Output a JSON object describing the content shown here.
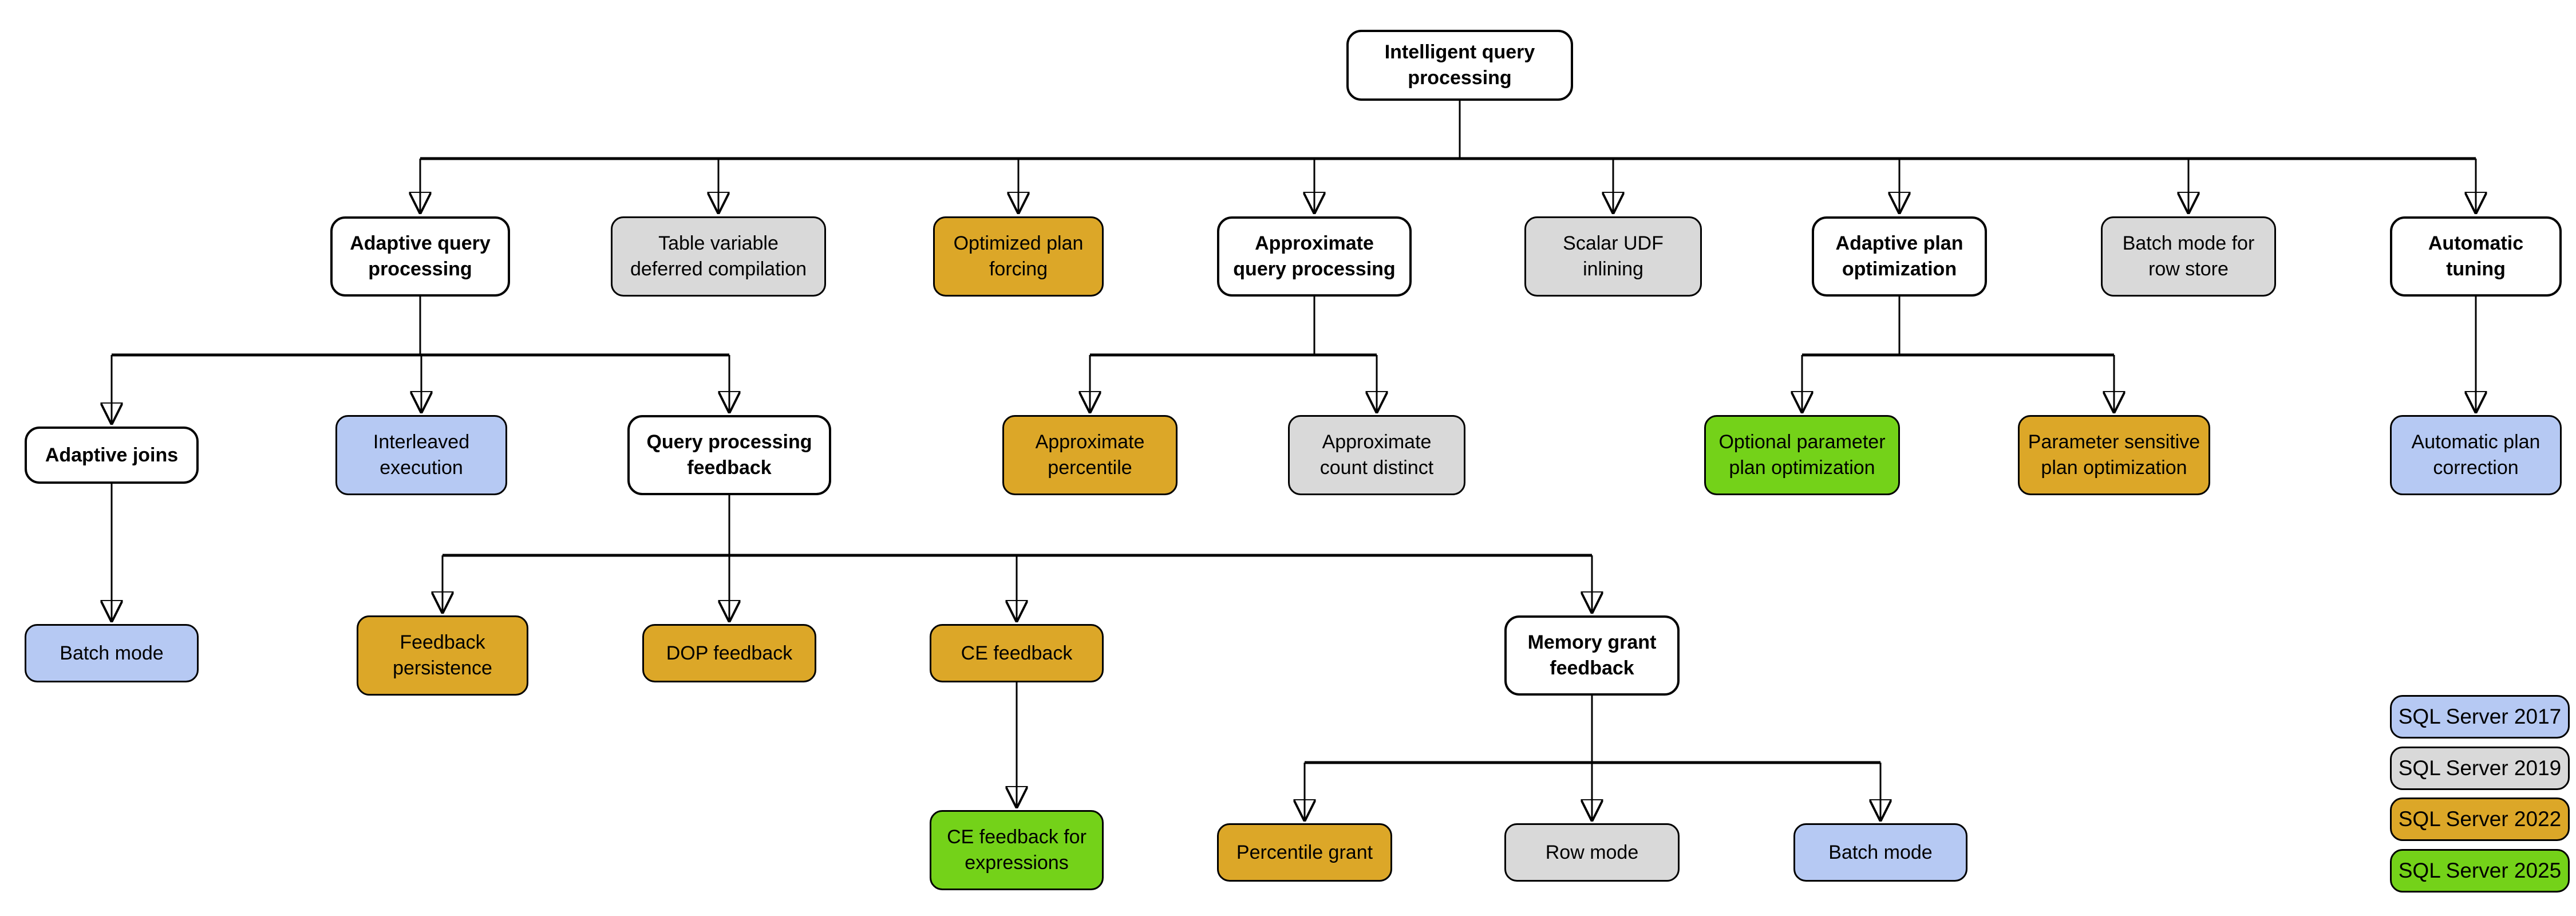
{
  "diagram_type": "hierarchy-tree",
  "colors": {
    "category_node": "#ffffff",
    "sql2017": "#b6c9f3",
    "sql2019": "#d9d9d9",
    "sql2022": "#dca728",
    "sql2025": "#74d219",
    "line": "#000000"
  },
  "legend": [
    {
      "label": "SQL Server 2017",
      "edition": "2017",
      "color": "#b6c9f3"
    },
    {
      "label": "SQL Server 2019",
      "edition": "2019",
      "color": "#d9d9d9"
    },
    {
      "label": "SQL Server 2022",
      "edition": "2022",
      "color": "#dca728"
    },
    {
      "label": "SQL Server 2025",
      "edition": "2025",
      "color": "#74d219"
    }
  ],
  "nodes": {
    "root": {
      "label": "Intelligent query processing",
      "edition": "category"
    },
    "aqp": {
      "label": "Adaptive query processing",
      "edition": "category"
    },
    "tvdc": {
      "label": "Table variable deferred compilation",
      "edition": "2019"
    },
    "opf": {
      "label": "Optimized plan forcing",
      "edition": "2022"
    },
    "axqp": {
      "label": "Approximate query processing",
      "edition": "category"
    },
    "sudf": {
      "label": "Scalar UDF inlining",
      "edition": "2019"
    },
    "apo": {
      "label": "Adaptive plan optimization",
      "edition": "category"
    },
    "bmrs": {
      "label": "Batch mode for row store",
      "edition": "2019"
    },
    "at": {
      "label": "Automatic tuning",
      "edition": "category"
    },
    "aj": {
      "label": "Adaptive joins",
      "edition": "category"
    },
    "ie": {
      "label": "Interleaved execution",
      "edition": "2017"
    },
    "qpf": {
      "label": "Query processing feedback",
      "edition": "category"
    },
    "ap": {
      "label": "Approximate percentile",
      "edition": "2022"
    },
    "acd": {
      "label": "Approximate count distinct",
      "edition": "2019"
    },
    "oppo": {
      "label": "Optional parameter plan optimization",
      "edition": "2025"
    },
    "pspo": {
      "label": "Parameter sensitive plan optimization",
      "edition": "2022"
    },
    "apc": {
      "label": "Automatic plan correction",
      "edition": "2017"
    },
    "bm1": {
      "label": "Batch mode",
      "edition": "2017"
    },
    "fp": {
      "label": "Feedback persistence",
      "edition": "2022"
    },
    "dop": {
      "label": "DOP feedback",
      "edition": "2022"
    },
    "cef": {
      "label": "CE feedback",
      "edition": "2022"
    },
    "mgf": {
      "label": "Memory grant feedback",
      "edition": "category"
    },
    "cefe": {
      "label": "CE feedback for expressions",
      "edition": "2025"
    },
    "pg": {
      "label": "Percentile grant",
      "edition": "2022"
    },
    "rm": {
      "label": "Row mode",
      "edition": "2019"
    },
    "bm2": {
      "label": "Batch mode",
      "edition": "2017"
    }
  },
  "hierarchy": {
    "root": [
      "aqp",
      "tvdc",
      "opf",
      "axqp",
      "sudf",
      "apo",
      "bmrs",
      "at"
    ],
    "aqp": [
      "aj",
      "ie",
      "qpf"
    ],
    "axqp": [
      "ap",
      "acd"
    ],
    "apo": [
      "oppo",
      "pspo"
    ],
    "at": [
      "apc"
    ],
    "aj": [
      "bm1"
    ],
    "qpf": [
      "fp",
      "dop",
      "cef",
      "mgf"
    ],
    "cef": [
      "cefe"
    ],
    "mgf": [
      "pg",
      "rm",
      "bm2"
    ]
  }
}
